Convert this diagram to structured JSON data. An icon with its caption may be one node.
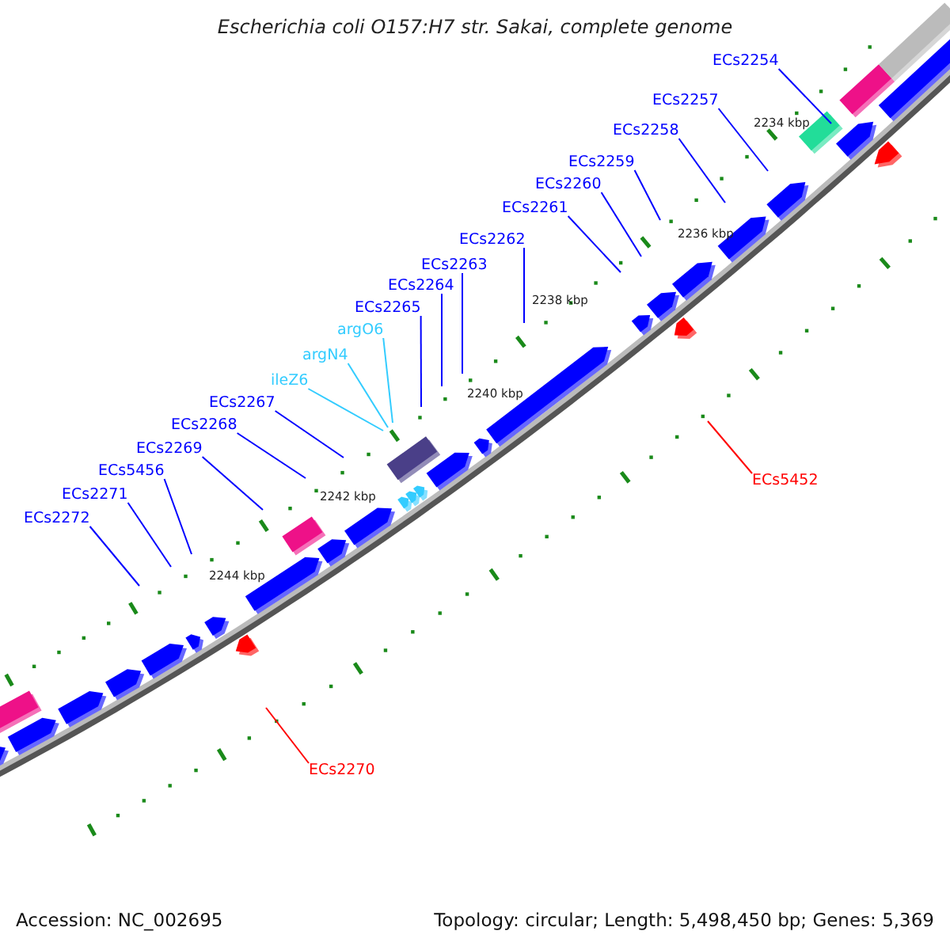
{
  "diagram": {
    "title": "Escherichia coli O157:H7 str. Sakai, complete genome",
    "nodes": [
      {
        "text": [
          "ECs2254"
        ]
      },
      {
        "text": [
          "ECs2257"
        ]
      },
      {
        "text": [
          "ECs2258"
        ]
      },
      {
        "text": [
          "ECs2259"
        ]
      },
      {
        "text": [
          "ECs2260"
        ]
      },
      {
        "text": [
          "ECs2261"
        ]
      },
      {
        "text": [
          "ECs2262"
        ]
      },
      {
        "text": [
          "ECs2263"
        ]
      },
      {
        "text": [
          "ECs2264"
        ]
      },
      {
        "text": [
          "ECs2265"
        ]
      },
      {
        "text": [
          "argO6"
        ]
      },
      {
        "text": [
          "argN4"
        ]
      },
      {
        "text": [
          "ileZ6"
        ]
      },
      {
        "text": [
          "ECs2267"
        ]
      },
      {
        "text": [
          "ECs2268"
        ]
      },
      {
        "text": [
          "ECs2269"
        ]
      },
      {
        "text": [
          "ECs5456"
        ]
      },
      {
        "text": [
          "ECs2271"
        ]
      },
      {
        "text": [
          "ECs2272"
        ]
      },
      {
        "text": [
          "ECs5452"
        ]
      },
      {
        "text": [
          "ECs2270"
        ]
      }
    ],
    "edges": [
      {
        "from": 0,
        "to": null,
        "arrow": "none"
      },
      {
        "from": 1,
        "to": null,
        "arrow": "none"
      },
      {
        "from": 2,
        "to": null,
        "arrow": "none"
      },
      {
        "from": 3,
        "to": null,
        "arrow": "none"
      },
      {
        "from": 4,
        "to": null,
        "arrow": "none"
      },
      {
        "from": 5,
        "to": null,
        "arrow": "none"
      },
      {
        "from": 6,
        "to": null,
        "arrow": "none"
      },
      {
        "from": 7,
        "to": null,
        "arrow": "none"
      },
      {
        "from": 8,
        "to": null,
        "arrow": "none"
      },
      {
        "from": 9,
        "to": null,
        "arrow": "none"
      },
      {
        "from": 10,
        "to": null,
        "arrow": "none",
        "color": "#33ccff"
      },
      {
        "from": 11,
        "to": null,
        "arrow": "none",
        "color": "#33ccff"
      },
      {
        "from": 12,
        "to": null,
        "arrow": "none",
        "color": "#33ccff"
      },
      {
        "from": 13,
        "to": null,
        "arrow": "none"
      },
      {
        "from": 14,
        "to": null,
        "arrow": "none"
      },
      {
        "from": 15,
        "to": null,
        "arrow": "none"
      },
      {
        "from": 16,
        "to": null,
        "arrow": "none"
      },
      {
        "from": 17,
        "to": null,
        "arrow": "none"
      },
      {
        "from": 18,
        "to": null,
        "arrow": "none"
      },
      {
        "from": 19,
        "to": null,
        "arrow": "none",
        "color": "#ff0000"
      },
      {
        "from": 20,
        "to": null,
        "arrow": "none",
        "color": "#ff0000"
      }
    ],
    "labels": [
      "2234 kbp",
      "2236 kbp",
      "2238 kbp",
      "2240 kbp",
      "2242 kbp",
      "2244 kbp",
      "Accession: NC_002695",
      "Topology: circular; Length: 5,498,450 bp; Genes: 5,369"
    ]
  }
}
